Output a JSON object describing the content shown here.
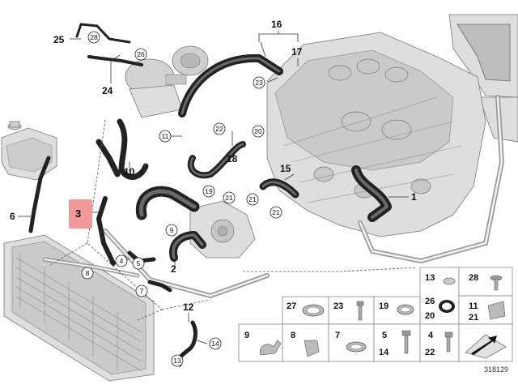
{
  "diagram": {
    "drawing_number": "318129",
    "highlighted_label": "3",
    "labels": [
      {
        "id": "25",
        "text": "25"
      },
      {
        "id": "24",
        "text": "24"
      },
      {
        "id": "16",
        "text": "16"
      },
      {
        "id": "17",
        "text": "17"
      },
      {
        "id": "18",
        "text": "18"
      },
      {
        "id": "10",
        "text": "10"
      },
      {
        "id": "15",
        "text": "15"
      },
      {
        "id": "1",
        "text": "1"
      },
      {
        "id": "6",
        "text": "6"
      },
      {
        "id": "3",
        "text": "3"
      },
      {
        "id": "2",
        "text": "2"
      },
      {
        "id": "12",
        "text": "12"
      }
    ],
    "callouts": [
      {
        "id": "c28",
        "text": "28"
      },
      {
        "id": "c26",
        "text": "26"
      },
      {
        "id": "c23",
        "text": "23"
      },
      {
        "id": "c20",
        "text": "20"
      },
      {
        "id": "c22",
        "text": "22"
      },
      {
        "id": "c11",
        "text": "11"
      },
      {
        "id": "c19",
        "text": "19"
      },
      {
        "id": "c21a",
        "text": "21"
      },
      {
        "id": "c21b",
        "text": "21"
      },
      {
        "id": "c21c",
        "text": "21"
      },
      {
        "id": "c9",
        "text": "9"
      },
      {
        "id": "c4",
        "text": "4"
      },
      {
        "id": "c5",
        "text": "5"
      },
      {
        "id": "c8",
        "text": "8"
      },
      {
        "id": "c7",
        "text": "7"
      },
      {
        "id": "c13",
        "text": "13"
      },
      {
        "id": "c14",
        "text": "14"
      }
    ],
    "parts_grid": [
      {
        "id": "g13",
        "text": "13"
      },
      {
        "id": "g28",
        "text": "28"
      },
      {
        "id": "g26",
        "text": "26"
      },
      {
        "id": "g20",
        "text": "20"
      },
      {
        "id": "g11",
        "text": "11"
      },
      {
        "id": "g21",
        "text": "21"
      },
      {
        "id": "g27",
        "text": "27"
      },
      {
        "id": "g23",
        "text": "23"
      },
      {
        "id": "g19",
        "text": "19"
      },
      {
        "id": "g9",
        "text": "9"
      },
      {
        "id": "g8",
        "text": "8"
      },
      {
        "id": "g7",
        "text": "7"
      },
      {
        "id": "g5",
        "text": "5"
      },
      {
        "id": "g14",
        "text": "14"
      },
      {
        "id": "g4",
        "text": "4"
      },
      {
        "id": "g22",
        "text": "22"
      }
    ]
  }
}
